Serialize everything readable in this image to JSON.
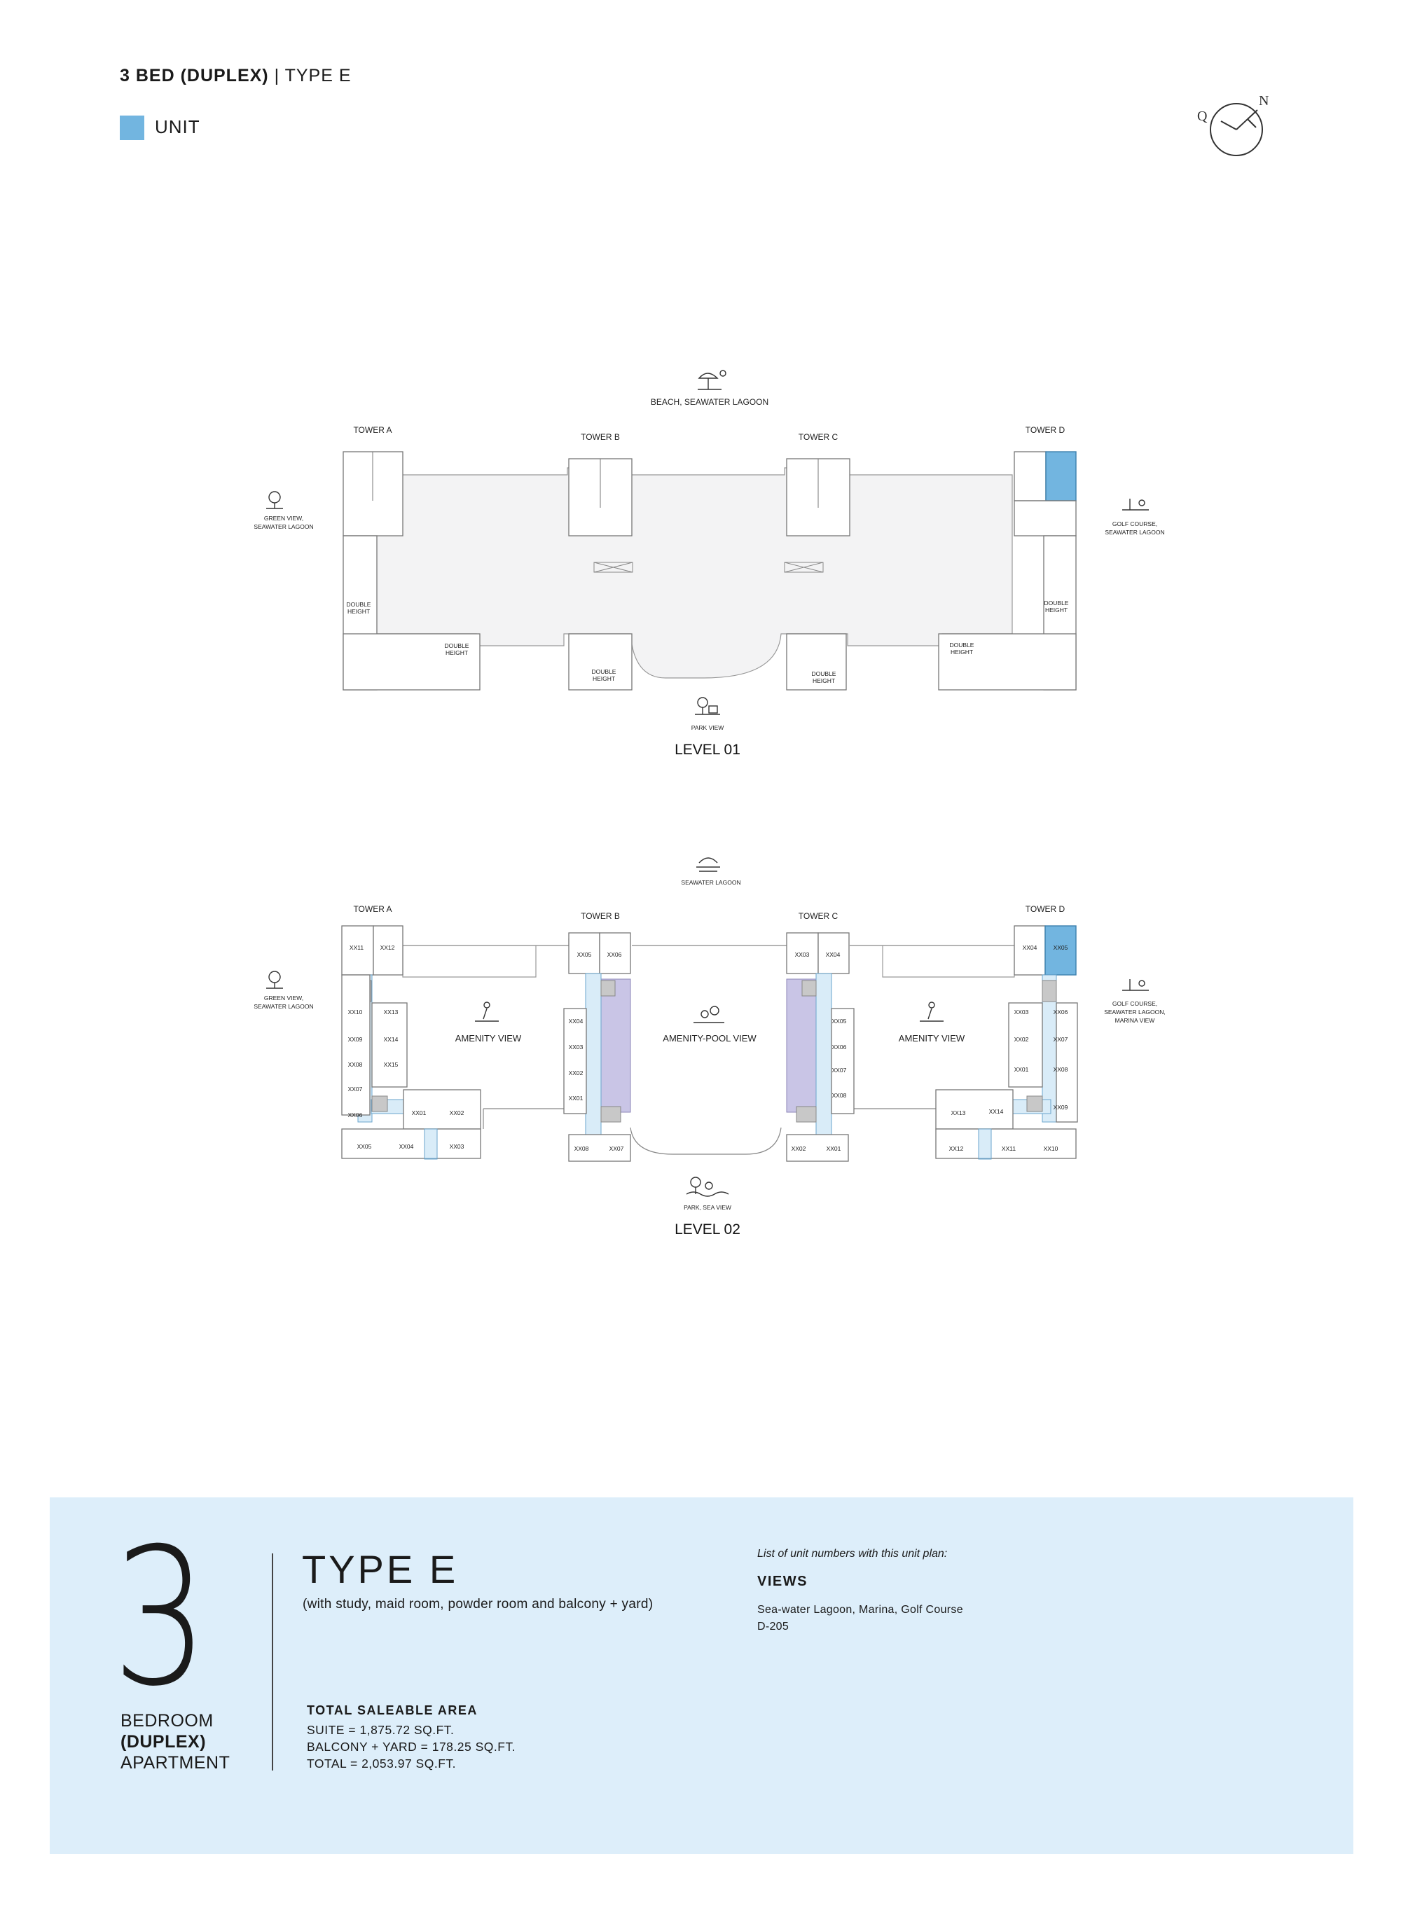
{
  "header": {
    "title_bold": "3 BED (DUPLEX)",
    "title_sep": " | ",
    "title_rest": "TYPE E"
  },
  "legend": {
    "label": "UNIT",
    "color": "#72b5e0"
  },
  "compass": {
    "q": "Q",
    "n": "N"
  },
  "level1": {
    "title": "LEVEL 01",
    "top_view": "BEACH, SEAWATER LAGOON",
    "bottom_view": "PARK VIEW",
    "left_view": [
      "GREEN VIEW,",
      "SEAWATER LAGOON"
    ],
    "right_view": [
      "GOLF COURSE,",
      "SEAWATER LAGOON"
    ],
    "towers": [
      "TOWER A",
      "TOWER B",
      "TOWER C",
      "TOWER D"
    ],
    "double_height": [
      "DOUBLE",
      "HEIGHT"
    ]
  },
  "level2": {
    "title": "LEVEL 02",
    "top_view": "SEAWATER LAGOON",
    "bottom_view": "PARK, SEA VIEW",
    "left_view": [
      "GREEN VIEW,",
      "SEAWATER LAGOON"
    ],
    "right_view": [
      "GOLF COURSE,",
      "SEAWATER LAGOON,",
      "MARINA VIEW"
    ],
    "towers": [
      "TOWER A",
      "TOWER B",
      "TOWER C",
      "TOWER D"
    ],
    "amenity_left": "AMENITY VIEW",
    "amenity_center": "AMENITY-POOL VIEW",
    "amenity_right": "AMENITY VIEW",
    "units": {
      "a_top": [
        "XX11",
        "XX12"
      ],
      "a_left": [
        "XX10",
        "XX09",
        "XX08",
        "XX07",
        "XX06"
      ],
      "a_right": [
        "XX13",
        "XX14",
        "XX15"
      ],
      "a_mid": [
        "XX01",
        "XX02"
      ],
      "a_bottom": [
        "XX05",
        "XX04",
        "XX03"
      ],
      "b_top": [
        "XX05",
        "XX06"
      ],
      "b_left": [
        "XX04",
        "XX03",
        "XX02",
        "XX01"
      ],
      "b_bottom": [
        "XX08",
        "XX07"
      ],
      "c_top": [
        "XX03",
        "XX04"
      ],
      "c_right": [
        "XX05",
        "XX06",
        "XX07",
        "XX08"
      ],
      "c_bottom": [
        "XX02",
        "XX01"
      ],
      "d_top": [
        "XX04",
        "XX05"
      ],
      "d_left": [
        "XX03",
        "XX02",
        "XX01"
      ],
      "d_right": [
        "XX06",
        "XX07",
        "XX08",
        "XX09"
      ],
      "d_mid": [
        "XX13",
        "XX14"
      ],
      "d_bottom": [
        "XX12",
        "XX11",
        "XX10"
      ]
    }
  },
  "info": {
    "bedroom_count": "3",
    "bedroom_line1": "BEDROOM",
    "bedroom_line2": "(DUPLEX)",
    "bedroom_line3": "APARTMENT",
    "type_title": "TYPE E",
    "type_subtitle": "(with study, maid room, powder room and balcony + yard)",
    "area_heading": "TOTAL SALEABLE AREA",
    "area_lines": [
      "SUITE = 1,875.72 SQ.FT.",
      "BALCONY + YARD = 178.25 SQ.FT.",
      "TOTAL = 2,053.97 SQ.FT."
    ],
    "list_note": "List of unit numbers with this unit plan:",
    "views_heading": "VIEWS",
    "views_lines": [
      "Sea-water Lagoon, Marina, Golf Course",
      "D-205"
    ]
  }
}
